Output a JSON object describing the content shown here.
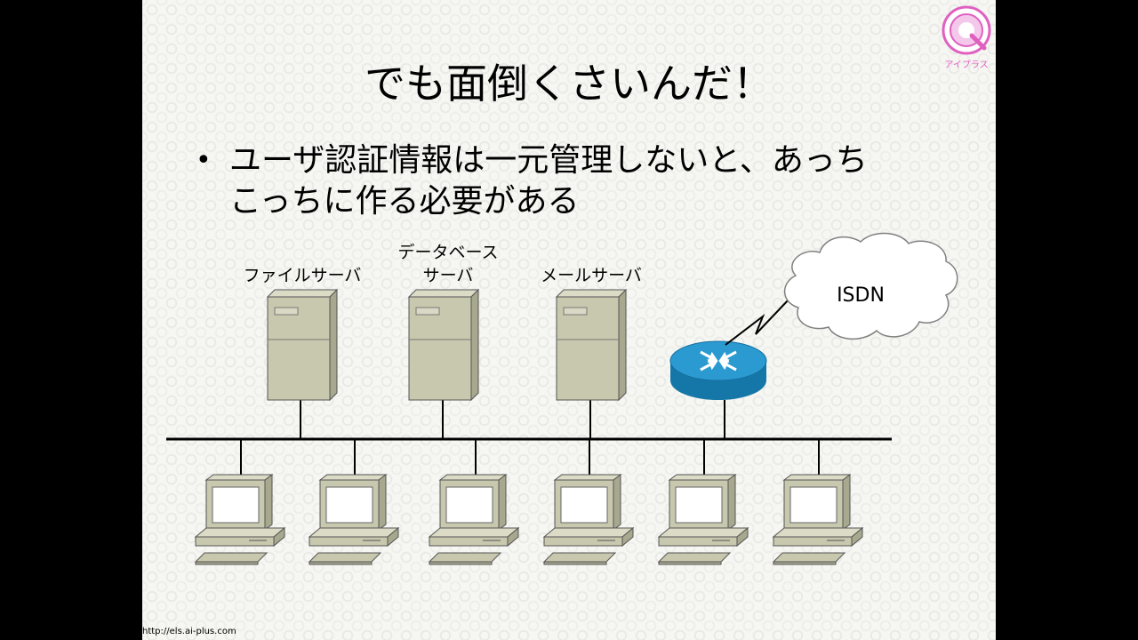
{
  "slide": {
    "title": "でも面倒くさいんだ！",
    "bullet_marker": "•",
    "bullet_line1": "ユーザ認証情報は一元管理しないと、あっち",
    "bullet_line2": "こっちに作る必要がある"
  },
  "diagram": {
    "labels": {
      "file_server": "ファイルサーバ",
      "db_server_line1": "データベース",
      "db_server_line2": "サーバ",
      "mail_server": "メールサーバ",
      "isdn": "ISDN"
    },
    "client_count": 6,
    "colors": {
      "server_face": "#c8c8ae",
      "server_side": "#a8a88e",
      "router": "#1f8fc0",
      "bus": "#000000"
    }
  },
  "footer": {
    "url": "http://els.ai-plus.com"
  },
  "logo": {
    "text": "アイプラス",
    "color": "#e060c0"
  },
  "icons": [
    "server-icon",
    "router-icon",
    "cloud-icon",
    "computer-icon",
    "logo-icon"
  ]
}
